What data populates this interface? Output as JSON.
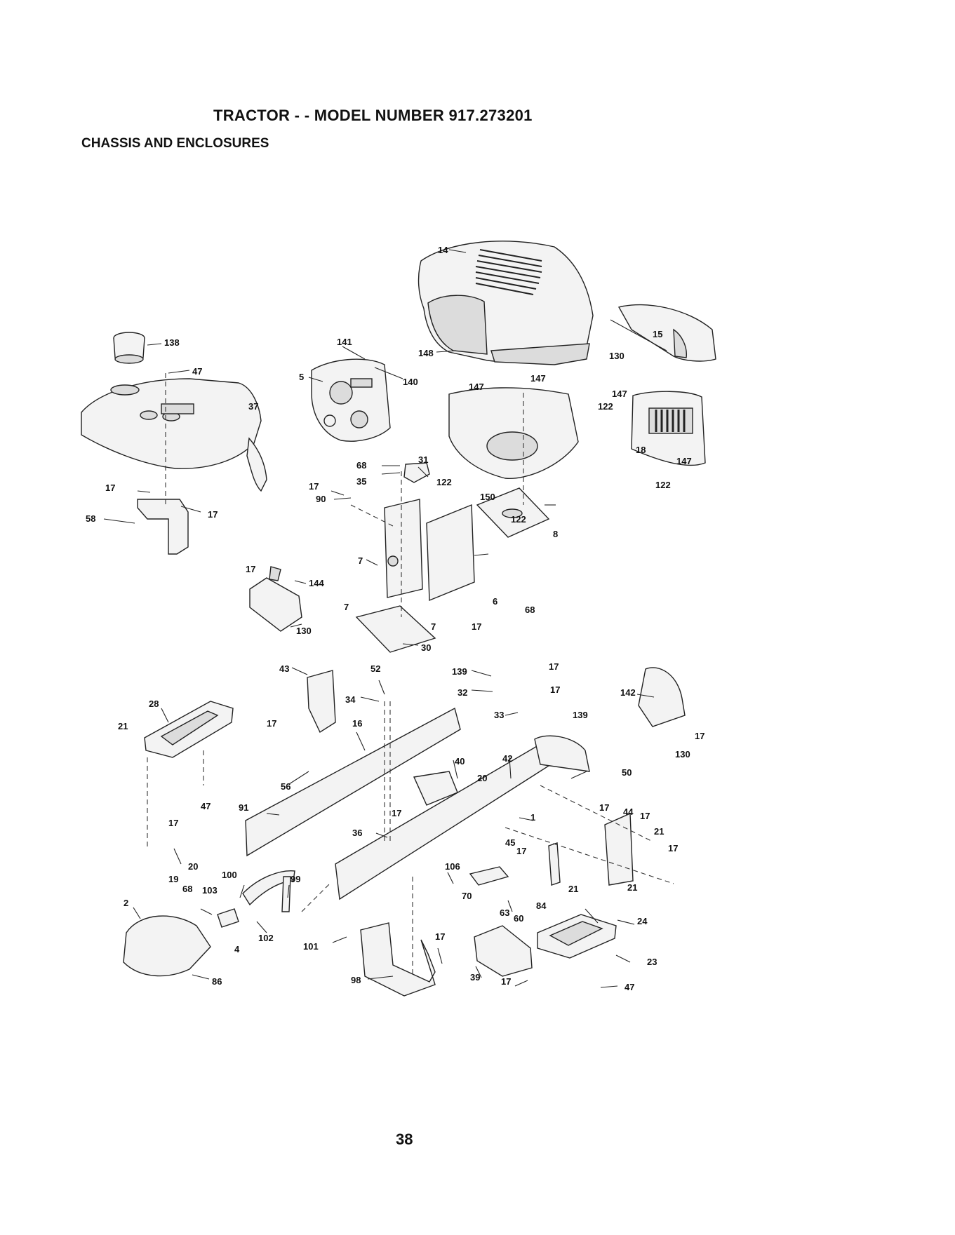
{
  "header": {
    "title": "TRACTOR - - MODEL NUMBER 917.273201",
    "section": "CHASSIS AND ENCLOSURES"
  },
  "footer": {
    "page_number": "38"
  },
  "callouts": [
    {
      "label": "14"
    },
    {
      "label": "15"
    },
    {
      "label": "130"
    },
    {
      "label": "138"
    },
    {
      "label": "47"
    },
    {
      "label": "37"
    },
    {
      "label": "141"
    },
    {
      "label": "140"
    },
    {
      "label": "5"
    },
    {
      "label": "148"
    },
    {
      "label": "147"
    },
    {
      "label": "147"
    },
    {
      "label": "147"
    },
    {
      "label": "122"
    },
    {
      "label": "18"
    },
    {
      "label": "147"
    },
    {
      "label": "122"
    },
    {
      "label": "17"
    },
    {
      "label": "17"
    },
    {
      "label": "58"
    },
    {
      "label": "68"
    },
    {
      "label": "35"
    },
    {
      "label": "31"
    },
    {
      "label": "122"
    },
    {
      "label": "150"
    },
    {
      "label": "122"
    },
    {
      "label": "17"
    },
    {
      "label": "90"
    },
    {
      "label": "8"
    },
    {
      "label": "7"
    },
    {
      "label": "6"
    },
    {
      "label": "68"
    },
    {
      "label": "17"
    },
    {
      "label": "144"
    },
    {
      "label": "7"
    },
    {
      "label": "7"
    },
    {
      "label": "17"
    },
    {
      "label": "130"
    },
    {
      "label": "30"
    },
    {
      "label": "43"
    },
    {
      "label": "52"
    },
    {
      "label": "139"
    },
    {
      "label": "17"
    },
    {
      "label": "32"
    },
    {
      "label": "17"
    },
    {
      "label": "142"
    },
    {
      "label": "28"
    },
    {
      "label": "34"
    },
    {
      "label": "33"
    },
    {
      "label": "139"
    },
    {
      "label": "21"
    },
    {
      "label": "17"
    },
    {
      "label": "16"
    },
    {
      "label": "17"
    },
    {
      "label": "130"
    },
    {
      "label": "40"
    },
    {
      "label": "42"
    },
    {
      "label": "50"
    },
    {
      "label": "56"
    },
    {
      "label": "20"
    },
    {
      "label": "47"
    },
    {
      "label": "91"
    },
    {
      "label": "17"
    },
    {
      "label": "17"
    },
    {
      "label": "44"
    },
    {
      "label": "17"
    },
    {
      "label": "1"
    },
    {
      "label": "21"
    },
    {
      "label": "17"
    },
    {
      "label": "36"
    },
    {
      "label": "45"
    },
    {
      "label": "17"
    },
    {
      "label": "17"
    },
    {
      "label": "20"
    },
    {
      "label": "106"
    },
    {
      "label": "19"
    },
    {
      "label": "100"
    },
    {
      "label": "99"
    },
    {
      "label": "68"
    },
    {
      "label": "103"
    },
    {
      "label": "70"
    },
    {
      "label": "21"
    },
    {
      "label": "21"
    },
    {
      "label": "84"
    },
    {
      "label": "63"
    },
    {
      "label": "60"
    },
    {
      "label": "2"
    },
    {
      "label": "24"
    },
    {
      "label": "102"
    },
    {
      "label": "4"
    },
    {
      "label": "101"
    },
    {
      "label": "17"
    },
    {
      "label": "23"
    },
    {
      "label": "39"
    },
    {
      "label": "98"
    },
    {
      "label": "17"
    },
    {
      "label": "47"
    },
    {
      "label": "86"
    }
  ]
}
